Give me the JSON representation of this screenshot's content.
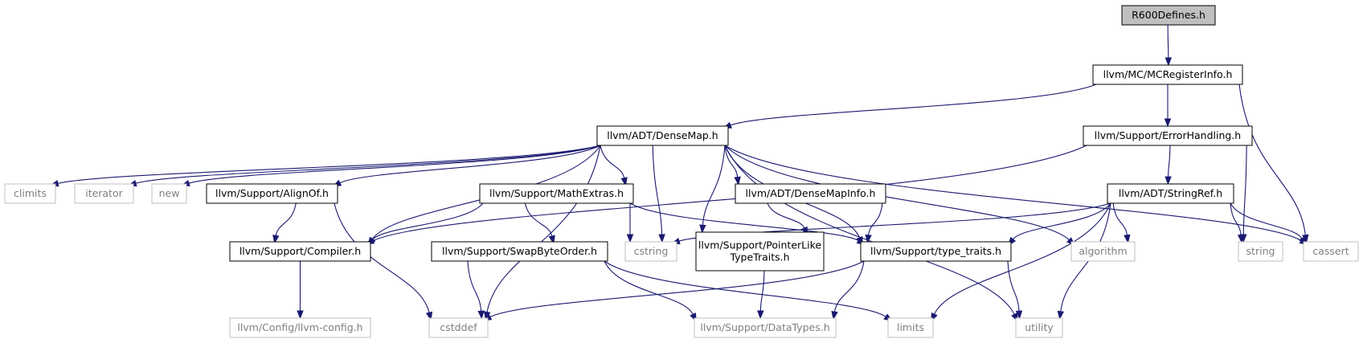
{
  "colors": {
    "edge": "#191970",
    "root_fill": "#bfbfbf",
    "system_header_border": "#bfbfbf",
    "node_border": "#000000"
  },
  "nodes": [
    {
      "id": "R600Defines",
      "label": "R600Defines.h",
      "kind": "root"
    },
    {
      "id": "MCRegisterInfo",
      "label": "llvm/MC/MCRegisterInfo.h",
      "kind": "project"
    },
    {
      "id": "DenseMap",
      "label": "llvm/ADT/DenseMap.h",
      "kind": "project"
    },
    {
      "id": "ErrorHandling",
      "label": "llvm/Support/ErrorHandling.h",
      "kind": "project"
    },
    {
      "id": "climits",
      "label": "climits",
      "kind": "system"
    },
    {
      "id": "iterator",
      "label": "iterator",
      "kind": "system"
    },
    {
      "id": "new",
      "label": "new",
      "kind": "system"
    },
    {
      "id": "AlignOf",
      "label": "llvm/Support/AlignOf.h",
      "kind": "project"
    },
    {
      "id": "MathExtras",
      "label": "llvm/Support/MathExtras.h",
      "kind": "project"
    },
    {
      "id": "DenseMapInfo",
      "label": "llvm/ADT/DenseMapInfo.h",
      "kind": "project"
    },
    {
      "id": "StringRef",
      "label": "llvm/ADT/StringRef.h",
      "kind": "project"
    },
    {
      "id": "Compiler",
      "label": "llvm/Support/Compiler.h",
      "kind": "project"
    },
    {
      "id": "SwapByteOrder",
      "label": "llvm/Support/SwapByteOrder.h",
      "kind": "project"
    },
    {
      "id": "cstring",
      "label": "cstring",
      "kind": "system"
    },
    {
      "id": "PointerLike",
      "label": [
        "llvm/Support/PointerLike",
        "TypeTraits.h"
      ],
      "kind": "project"
    },
    {
      "id": "type_traits",
      "label": "llvm/Support/type_traits.h",
      "kind": "project"
    },
    {
      "id": "algorithm",
      "label": "algorithm",
      "kind": "system"
    },
    {
      "id": "string",
      "label": "string",
      "kind": "system"
    },
    {
      "id": "cassert",
      "label": "cassert",
      "kind": "system"
    },
    {
      "id": "llvm_config",
      "label": "llvm/Config/llvm-config.h",
      "kind": "system"
    },
    {
      "id": "cstddef",
      "label": "cstddef",
      "kind": "system"
    },
    {
      "id": "DataTypes",
      "label": "llvm/Support/DataTypes.h",
      "kind": "system"
    },
    {
      "id": "limits",
      "label": "limits",
      "kind": "system"
    },
    {
      "id": "utility",
      "label": "utility",
      "kind": "system"
    }
  ],
  "edges": [
    [
      "R600Defines",
      "MCRegisterInfo"
    ],
    [
      "MCRegisterInfo",
      "DenseMap"
    ],
    [
      "MCRegisterInfo",
      "ErrorHandling"
    ],
    [
      "MCRegisterInfo",
      "cassert"
    ],
    [
      "DenseMap",
      "climits"
    ],
    [
      "DenseMap",
      "iterator"
    ],
    [
      "DenseMap",
      "new"
    ],
    [
      "DenseMap",
      "AlignOf"
    ],
    [
      "DenseMap",
      "MathExtras"
    ],
    [
      "DenseMap",
      "DenseMapInfo"
    ],
    [
      "DenseMap",
      "Compiler"
    ],
    [
      "DenseMap",
      "cstring"
    ],
    [
      "DenseMap",
      "PointerLike"
    ],
    [
      "DenseMap",
      "type_traits"
    ],
    [
      "DenseMap",
      "cstddef"
    ],
    [
      "DenseMap",
      "utility"
    ],
    [
      "DenseMap",
      "algorithm"
    ],
    [
      "DenseMap",
      "cassert"
    ],
    [
      "ErrorHandling",
      "Compiler"
    ],
    [
      "ErrorHandling",
      "StringRef"
    ],
    [
      "ErrorHandling",
      "string"
    ],
    [
      "AlignOf",
      "Compiler"
    ],
    [
      "AlignOf",
      "cstddef"
    ],
    [
      "MathExtras",
      "Compiler"
    ],
    [
      "MathExtras",
      "SwapByteOrder"
    ],
    [
      "MathExtras",
      "cstring"
    ],
    [
      "MathExtras",
      "type_traits"
    ],
    [
      "DenseMapInfo",
      "PointerLike"
    ],
    [
      "DenseMapInfo",
      "type_traits"
    ],
    [
      "StringRef",
      "cstring"
    ],
    [
      "StringRef",
      "type_traits"
    ],
    [
      "StringRef",
      "algorithm"
    ],
    [
      "StringRef",
      "string"
    ],
    [
      "StringRef",
      "cassert"
    ],
    [
      "StringRef",
      "limits"
    ],
    [
      "StringRef",
      "utility"
    ],
    [
      "Compiler",
      "llvm_config"
    ],
    [
      "SwapByteOrder",
      "cstddef"
    ],
    [
      "SwapByteOrder",
      "DataTypes"
    ],
    [
      "SwapByteOrder",
      "limits"
    ],
    [
      "PointerLike",
      "DataTypes"
    ],
    [
      "type_traits",
      "cstddef"
    ],
    [
      "type_traits",
      "DataTypes"
    ],
    [
      "type_traits",
      "utility"
    ]
  ]
}
